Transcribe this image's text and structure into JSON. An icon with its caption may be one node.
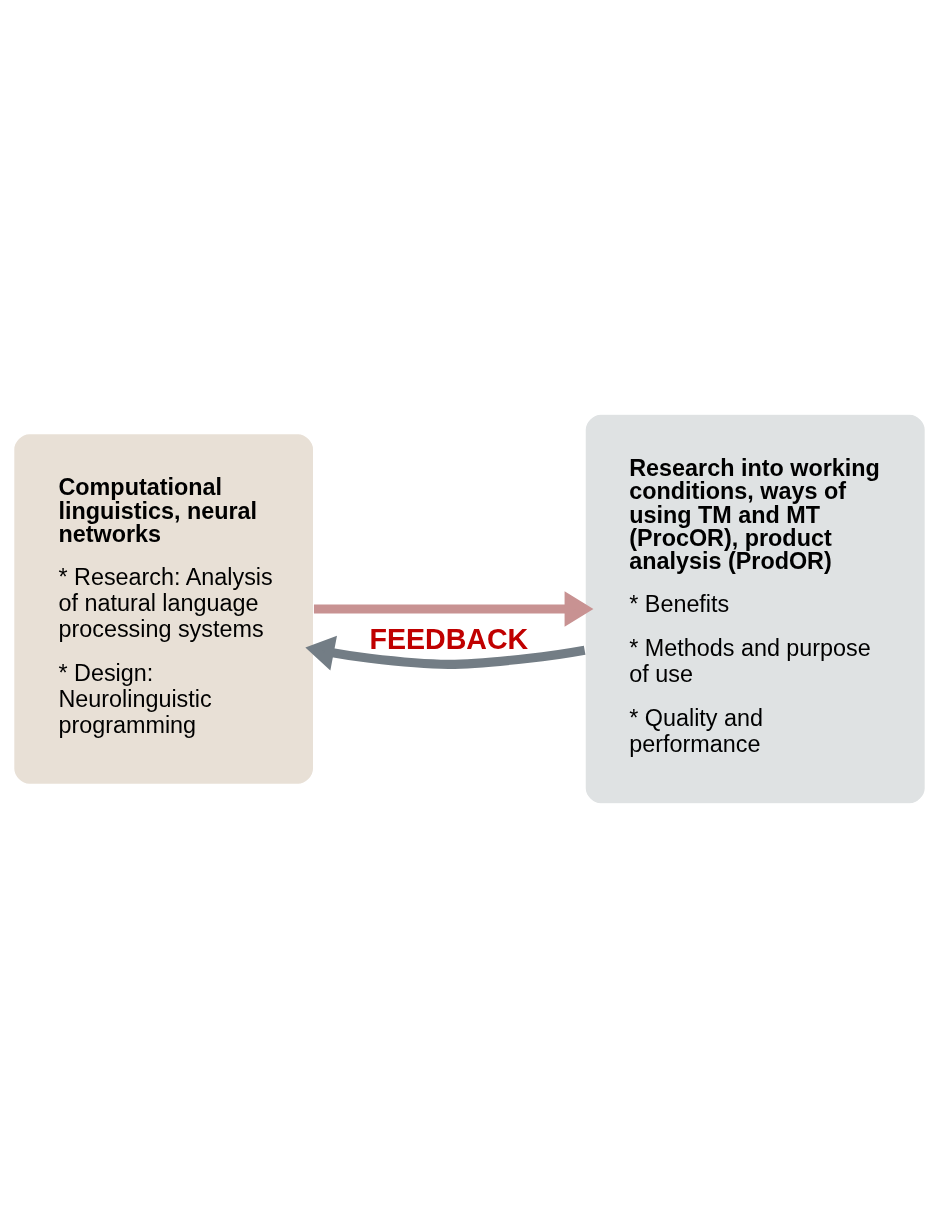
{
  "diagram": {
    "nodes": [
      {
        "text": [
          "Computational linguistics, neural networks",
          "* Research: Analysis of natural language processing systems",
          "* Design: Neurolinguistic programming"
        ]
      },
      {
        "text": [
          "Research into working conditions, ways of using TM and MT (ProcOR), product analysis (ProdOR)",
          "* Benefits",
          "* Methods and purpose of use",
          "* Quality and performance"
        ]
      }
    ],
    "edges": [
      {
        "from": 0,
        "to": 1,
        "arrow": "to",
        "color": "#c89292"
      },
      {
        "from": 1,
        "to": 0,
        "arrow": "to",
        "color": "#737d85",
        "label": "FEEDBACK"
      }
    ]
  }
}
